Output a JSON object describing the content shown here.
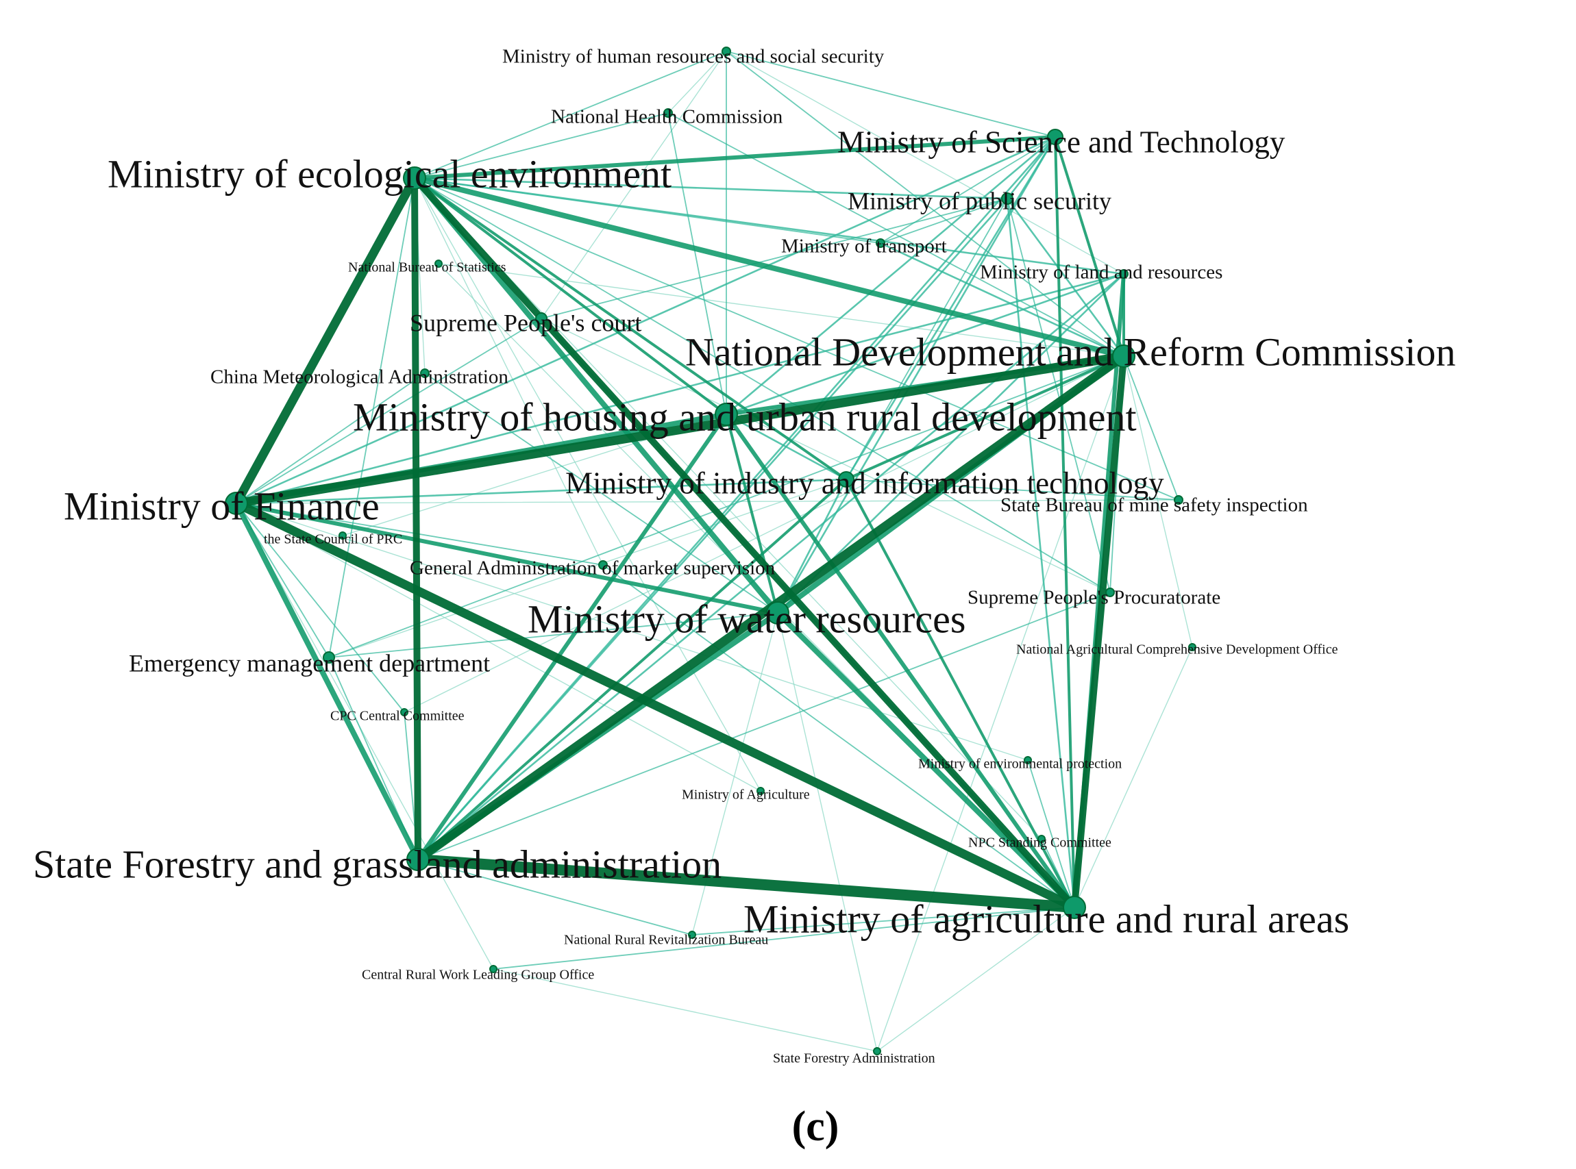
{
  "panel_label": "(c)",
  "colors": {
    "edge_strong": "#006b36",
    "edge_mid": "#0e9a6a",
    "edge_light": "#2fb89a",
    "edge_faint": "#8fd9c7",
    "label": "#111111"
  },
  "nodes": [
    {
      "id": "ndrc",
      "label": "National Development and Reform Commission",
      "size": "xl"
    },
    {
      "id": "mee",
      "label": "Ministry of ecological environment",
      "size": "xl"
    },
    {
      "id": "mof",
      "label": "Ministry of Finance",
      "size": "xl"
    },
    {
      "id": "sfga",
      "label": "State Forestry and grassland administration",
      "size": "xl"
    },
    {
      "id": "moa_rural",
      "label": "Ministry of agriculture and rural areas",
      "size": "xl"
    },
    {
      "id": "mwr",
      "label": "Ministry of water resources",
      "size": "xl"
    },
    {
      "id": "mohurd",
      "label": "Ministry of housing and urban rural development",
      "size": "xl"
    },
    {
      "id": "miit",
      "label": "Ministry of industry and information technology",
      "size": "l"
    },
    {
      "id": "most",
      "label": "Ministry of Science and Technology",
      "size": "l"
    },
    {
      "id": "mps",
      "label": "Ministry of public security",
      "size": "m"
    },
    {
      "id": "mot",
      "label": "Ministry of transport",
      "size": "s"
    },
    {
      "id": "mlr",
      "label": "Ministry of land and resources",
      "size": "s"
    },
    {
      "id": "mohrss",
      "label": "Ministry of human resources and social security",
      "size": "s"
    },
    {
      "id": "nhc",
      "label": "National Health Commission",
      "size": "s"
    },
    {
      "id": "nbs",
      "label": "National Bureau of Statistics",
      "size": "xs"
    },
    {
      "id": "spc",
      "label": "Supreme People's court",
      "size": "m"
    },
    {
      "id": "cma",
      "label": "China Meteorological Administration",
      "size": "s"
    },
    {
      "id": "scprc",
      "label": "the State Council of PRC",
      "size": "xs"
    },
    {
      "id": "samr",
      "label": "General Administration of market supervision",
      "size": "s"
    },
    {
      "id": "emd",
      "label": "Emergency management department",
      "size": "m"
    },
    {
      "id": "cpc",
      "label": "CPC Central Committee",
      "size": "xs"
    },
    {
      "id": "sbmsi",
      "label": "State Bureau of mine safety inspection",
      "size": "s"
    },
    {
      "id": "spp",
      "label": "Supreme People's Procuratorate",
      "size": "s"
    },
    {
      "id": "nacdo",
      "label": "National Agricultural Comprehensive Development Office",
      "size": "xs"
    },
    {
      "id": "mep",
      "label": "Ministry of environmental protection",
      "size": "xs"
    },
    {
      "id": "moag",
      "label": "Ministry of Agriculture",
      "size": "xs"
    },
    {
      "id": "npcsc",
      "label": "NPC Standing Committee",
      "size": "xs"
    },
    {
      "id": "nrrb",
      "label": "National Rural Revitalization Bureau",
      "size": "xs"
    },
    {
      "id": "crwlgo",
      "label": "Central Rural Work Leading Group Office",
      "size": "xs"
    },
    {
      "id": "sfa",
      "label": "State Forestry Administration",
      "size": "xs"
    }
  ],
  "edges": [
    {
      "source": "mee",
      "target": "mof",
      "weight": 9
    },
    {
      "source": "mee",
      "target": "sfga",
      "weight": 8
    },
    {
      "source": "mee",
      "target": "ndrc",
      "weight": 7
    },
    {
      "source": "mee",
      "target": "moa_rural",
      "weight": 8
    },
    {
      "source": "mee",
      "target": "mwr",
      "weight": 7
    },
    {
      "source": "mee",
      "target": "most",
      "weight": 6
    },
    {
      "source": "mee",
      "target": "mohurd",
      "weight": 5
    },
    {
      "source": "mee",
      "target": "miit",
      "weight": 5
    },
    {
      "source": "mee",
      "target": "mlr",
      "weight": 4
    },
    {
      "source": "mee",
      "target": "mps",
      "weight": 3
    },
    {
      "source": "mee",
      "target": "mohrss",
      "weight": 2
    },
    {
      "source": "mee",
      "target": "nhc",
      "weight": 2
    },
    {
      "source": "mee",
      "target": "spp",
      "weight": 2
    },
    {
      "source": "mee",
      "target": "emd",
      "weight": 2
    },
    {
      "source": "mee",
      "target": "sbmsi",
      "weight": 2
    },
    {
      "source": "mee",
      "target": "mot",
      "weight": 2
    },
    {
      "source": "mof",
      "target": "ndrc",
      "weight": 9
    },
    {
      "source": "mof",
      "target": "moa_rural",
      "weight": 9
    },
    {
      "source": "mof",
      "target": "sfga",
      "weight": 7
    },
    {
      "source": "mof",
      "target": "mwr",
      "weight": 6
    },
    {
      "source": "mof",
      "target": "mohurd",
      "weight": 7
    },
    {
      "source": "mof",
      "target": "miit",
      "weight": 4
    },
    {
      "source": "mof",
      "target": "most",
      "weight": 3
    },
    {
      "source": "mof",
      "target": "mlr",
      "weight": 4
    },
    {
      "source": "mof",
      "target": "cma",
      "weight": 2
    },
    {
      "source": "mof",
      "target": "emd",
      "weight": 2
    },
    {
      "source": "mof",
      "target": "cpc",
      "weight": 2
    },
    {
      "source": "mof",
      "target": "sbmsi",
      "weight": 1
    },
    {
      "source": "mof",
      "target": "spc",
      "weight": 2
    },
    {
      "source": "mof",
      "target": "samr",
      "weight": 2
    },
    {
      "source": "sfga",
      "target": "ndrc",
      "weight": 9
    },
    {
      "source": "sfga",
      "target": "moa_rural",
      "weight": 10
    },
    {
      "source": "sfga",
      "target": "mwr",
      "weight": 7
    },
    {
      "source": "sfga",
      "target": "mohurd",
      "weight": 6
    },
    {
      "source": "sfga",
      "target": "miit",
      "weight": 5
    },
    {
      "source": "sfga",
      "target": "most",
      "weight": 4
    },
    {
      "source": "sfga",
      "target": "mlr",
      "weight": 4
    },
    {
      "source": "sfga",
      "target": "mps",
      "weight": 3
    },
    {
      "source": "sfga",
      "target": "cpc",
      "weight": 2
    },
    {
      "source": "sfga",
      "target": "nrrb",
      "weight": 2
    },
    {
      "source": "sfga",
      "target": "emd",
      "weight": 2
    },
    {
      "source": "sfga",
      "target": "spp",
      "weight": 2
    },
    {
      "source": "moa_rural",
      "target": "ndrc",
      "weight": 8
    },
    {
      "source": "moa_rural",
      "target": "mwr",
      "weight": 7
    },
    {
      "source": "moa_rural",
      "target": "mohurd",
      "weight": 6
    },
    {
      "source": "moa_rural",
      "target": "miit",
      "weight": 5
    },
    {
      "source": "moa_rural",
      "target": "most",
      "weight": 5
    },
    {
      "source": "moa_rural",
      "target": "mlr",
      "weight": 6
    },
    {
      "source": "moa_rural",
      "target": "mps",
      "weight": 3
    },
    {
      "source": "moa_rural",
      "target": "nacdo",
      "weight": 1
    },
    {
      "source": "moa_rural",
      "target": "npcsc",
      "weight": 2
    },
    {
      "source": "moa_rural",
      "target": "nrrb",
      "weight": 2
    },
    {
      "source": "moa_rural",
      "target": "crwlgo",
      "weight": 2
    },
    {
      "source": "moa_rural",
      "target": "sfa",
      "weight": 1
    },
    {
      "source": "moa_rural",
      "target": "spc",
      "weight": 3
    },
    {
      "source": "moa_rural",
      "target": "mep",
      "weight": 2
    },
    {
      "source": "moa_rural",
      "target": "samr",
      "weight": 2
    },
    {
      "source": "ndrc",
      "target": "mwr",
      "weight": 7
    },
    {
      "source": "ndrc",
      "target": "mohurd",
      "weight": 6
    },
    {
      "source": "ndrc",
      "target": "miit",
      "weight": 5
    },
    {
      "source": "ndrc",
      "target": "most",
      "weight": 5
    },
    {
      "source": "ndrc",
      "target": "mlr",
      "weight": 5
    },
    {
      "source": "ndrc",
      "target": "mps",
      "weight": 3
    },
    {
      "source": "ndrc",
      "target": "mot",
      "weight": 3
    },
    {
      "source": "ndrc",
      "target": "mohrss",
      "weight": 2
    },
    {
      "source": "ndrc",
      "target": "nhc",
      "weight": 2
    },
    {
      "source": "ndrc",
      "target": "sbmsi",
      "weight": 2
    },
    {
      "source": "ndrc",
      "target": "spp",
      "weight": 2
    },
    {
      "source": "ndrc",
      "target": "emd",
      "weight": 2
    },
    {
      "source": "ndrc",
      "target": "nbs",
      "weight": 1
    },
    {
      "source": "mwr",
      "target": "mohurd",
      "weight": 5
    },
    {
      "source": "mwr",
      "target": "miit",
      "weight": 4
    },
    {
      "source": "mwr",
      "target": "most",
      "weight": 4
    },
    {
      "source": "mwr",
      "target": "mlr",
      "weight": 4
    },
    {
      "source": "mwr",
      "target": "emd",
      "weight": 2
    },
    {
      "source": "mwr",
      "target": "cma",
      "weight": 2
    },
    {
      "source": "mohurd",
      "target": "miit",
      "weight": 4
    },
    {
      "source": "mohurd",
      "target": "most",
      "weight": 3
    },
    {
      "source": "mohurd",
      "target": "mlr",
      "weight": 3
    },
    {
      "source": "mohurd",
      "target": "mohrss",
      "weight": 2
    },
    {
      "source": "mohurd",
      "target": "nhc",
      "weight": 2
    },
    {
      "source": "miit",
      "target": "most",
      "weight": 4
    },
    {
      "source": "miit",
      "target": "mps",
      "weight": 2
    },
    {
      "source": "miit",
      "target": "sbmsi",
      "weight": 2
    },
    {
      "source": "most",
      "target": "mps",
      "weight": 3
    },
    {
      "source": "most",
      "target": "mohrss",
      "weight": 2
    },
    {
      "source": "most",
      "target": "mot",
      "weight": 2
    },
    {
      "source": "mps",
      "target": "mot",
      "weight": 2
    },
    {
      "source": "mps",
      "target": "spc",
      "weight": 2
    },
    {
      "source": "mps",
      "target": "spp",
      "weight": 2
    },
    {
      "source": "mohrss",
      "target": "nhc",
      "weight": 1
    },
    {
      "source": "mohrss",
      "target": "spc",
      "weight": 1
    },
    {
      "source": "mohrss",
      "target": "mlr",
      "weight": 1
    },
    {
      "source": "spc",
      "target": "spp",
      "weight": 1
    },
    {
      "source": "scprc",
      "target": "mohurd",
      "weight": 1
    },
    {
      "source": "sfa",
      "target": "ndrc",
      "weight": 1
    },
    {
      "source": "sfa",
      "target": "crwlgo",
      "weight": 1
    },
    {
      "source": "sfa",
      "target": "mwr",
      "weight": 1
    },
    {
      "source": "moag",
      "target": "mof",
      "weight": 1
    },
    {
      "source": "moag",
      "target": "mee",
      "weight": 1
    },
    {
      "source": "cpc",
      "target": "ndrc",
      "weight": 1
    },
    {
      "source": "npcsc",
      "target": "mee",
      "weight": 1
    },
    {
      "source": "nacdo",
      "target": "ndrc",
      "weight": 1
    },
    {
      "source": "mep",
      "target": "mof",
      "weight": 1
    },
    {
      "source": "crwlgo",
      "target": "mof",
      "weight": 1
    },
    {
      "source": "nrrb",
      "target": "mwr",
      "weight": 1
    },
    {
      "source": "samr",
      "target": "mee",
      "weight": 1
    },
    {
      "source": "cma",
      "target": "mee",
      "weight": 1
    },
    {
      "source": "emd",
      "target": "miit",
      "weight": 1
    },
    {
      "source": "nbs",
      "target": "moa_rural",
      "weight": 1
    }
  ]
}
